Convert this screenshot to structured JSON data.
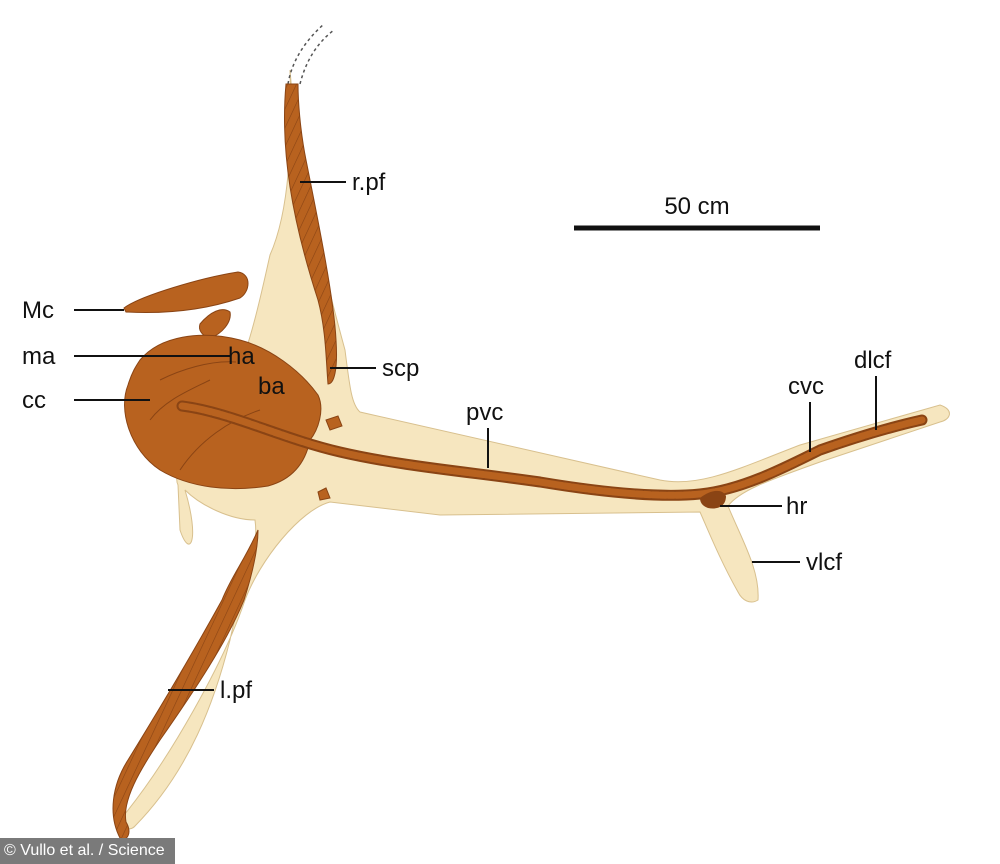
{
  "colors": {
    "soft_tissue": "#f6e6bf",
    "bone": "#b8621f",
    "bone_dark": "#8a4414",
    "text": "#111111",
    "credit_bg": "#7a7a7a"
  },
  "scale_bar": {
    "label": "50 cm"
  },
  "labels": {
    "Mc": "Mc",
    "ma": "ma",
    "cc": "cc",
    "ha": "ha",
    "ba": "ba",
    "r_pf": "r.pf",
    "scp": "scp",
    "pvc": "pvc",
    "cvc": "cvc",
    "dlcf": "dlcf",
    "hr": "hr",
    "vlcf": "vlcf",
    "l_pf": "l.pf"
  },
  "credit": "© Vullo et al. / Science"
}
